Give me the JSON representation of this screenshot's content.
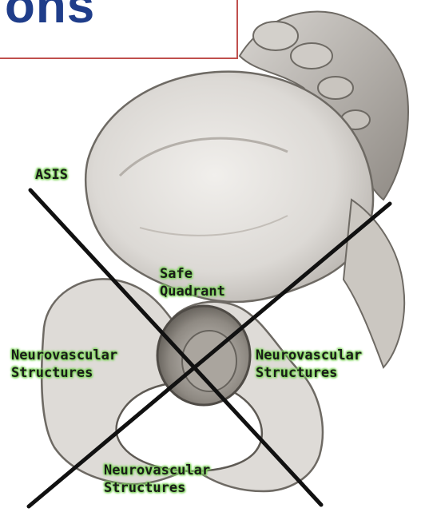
{
  "title": "ons",
  "labels": {
    "asis": "ASIS",
    "safe_quadrant": [
      "Safe",
      "Quadrant"
    ],
    "neurovascular_left": [
      "Neurovascular",
      "Structures"
    ],
    "neurovascular_right": [
      "Neurovascular",
      "Structures"
    ],
    "neurovascular_bottom": [
      "Neurovascular",
      "Structures"
    ]
  },
  "colors": {
    "title_text": "#1f3d8a",
    "title_border": "#c0504d",
    "label_glow": "#7cd35a",
    "lines": "#111111",
    "bone_light": "#e6e4e1",
    "bone_shadow": "#8f8b86"
  }
}
